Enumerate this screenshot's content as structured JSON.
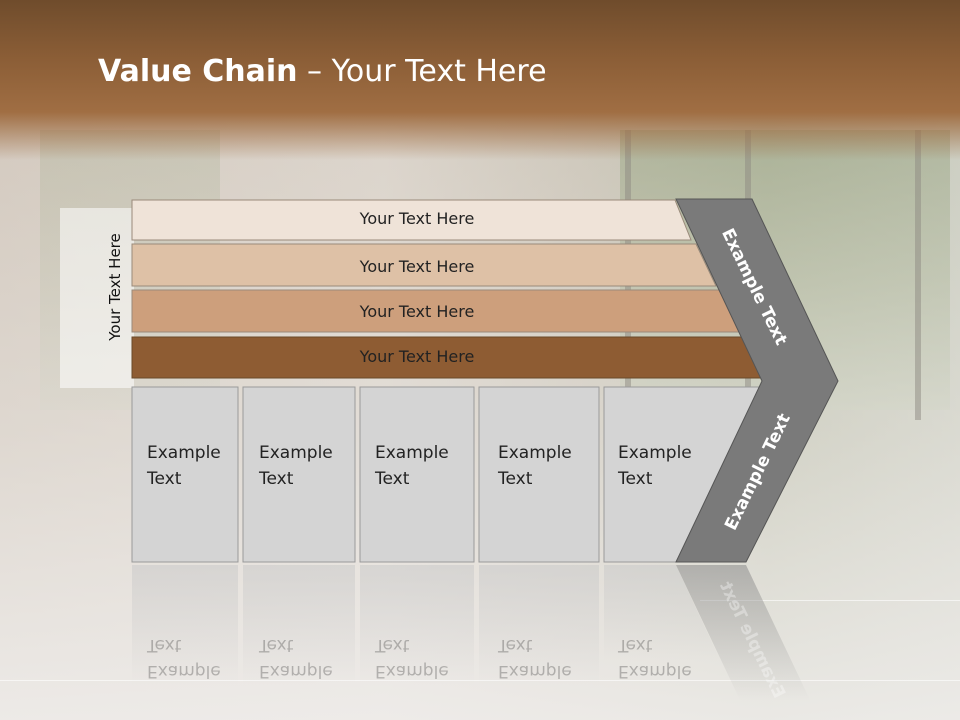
{
  "title": {
    "bold": "Value Chain",
    "rest": " – Your Text Here"
  },
  "side_label": "Your Text Here",
  "bars": [
    {
      "label": "Your Text Here",
      "color": "#efe3d8"
    },
    {
      "label": "Your Text Here",
      "color": "#dec1a6"
    },
    {
      "label": "Your Text Here",
      "color": "#cd9f7c"
    },
    {
      "label": "Your Text Here",
      "color": "#8e5c33"
    }
  ],
  "boxes": [
    {
      "line1": "Example",
      "line2": "Text"
    },
    {
      "line1": "Example",
      "line2": "Text"
    },
    {
      "line1": "Example",
      "line2": "Text"
    },
    {
      "line1": "Example",
      "line2": "Text"
    },
    {
      "line1": "Example",
      "line2": "Text"
    }
  ],
  "chevron": {
    "upper": "Example Text",
    "lower": "Example Text",
    "color": "#7a7a7a"
  },
  "colors": {
    "header": "#8a5d36",
    "box_fill": "#d4d4d4",
    "box_stroke": "#9a9a9a"
  }
}
